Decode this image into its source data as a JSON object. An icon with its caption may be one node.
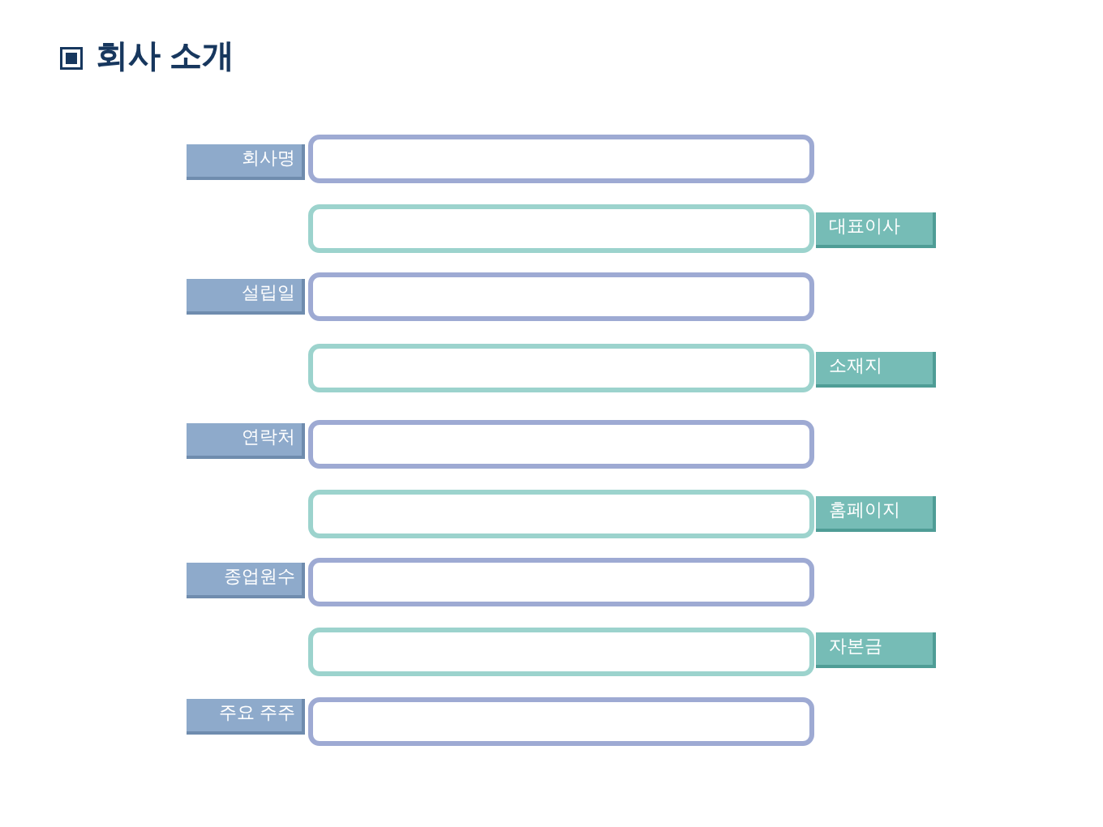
{
  "diagram": {
    "title": "회사 소개",
    "nodes": [
      {
        "text": [
          "회사명"
        ]
      },
      {
        "text": [],
        "shape": "box"
      },
      {
        "text": [],
        "shape": "box"
      },
      {
        "text": [
          "대표이사"
        ]
      },
      {
        "text": [
          "설립일"
        ]
      },
      {
        "text": [],
        "shape": "box"
      },
      {
        "text": [],
        "shape": "box"
      },
      {
        "text": [
          "소재지"
        ]
      },
      {
        "text": [
          "연락처"
        ]
      },
      {
        "text": [],
        "shape": "box"
      },
      {
        "text": [],
        "shape": "box"
      },
      {
        "text": [
          "홈페이지"
        ]
      },
      {
        "text": [
          "종업원수"
        ]
      },
      {
        "text": [],
        "shape": "box"
      },
      {
        "text": [],
        "shape": "box"
      },
      {
        "text": [
          "자본금"
        ]
      },
      {
        "text": [
          "주요 주주"
        ]
      },
      {
        "text": [],
        "shape": "box"
      }
    ]
  }
}
